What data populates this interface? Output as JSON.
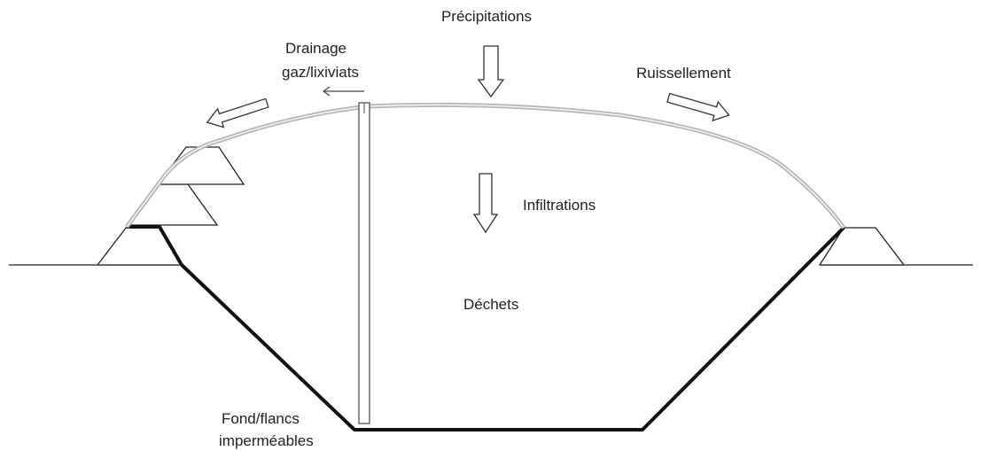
{
  "labels": {
    "precipitations": "Précipitations",
    "drainage_line1": "Drainage",
    "drainage_line2": "gaz/lixiviats",
    "ruissellement": "Ruissellement",
    "infiltrations": "Infiltrations",
    "dechets": "Déchets",
    "fond_line1": "Fond/flancs",
    "fond_line2": "imperméables"
  },
  "colors": {
    "liner": "#111111",
    "cover": "#b8b8b8",
    "outline": "#222222",
    "text": "#222222"
  }
}
